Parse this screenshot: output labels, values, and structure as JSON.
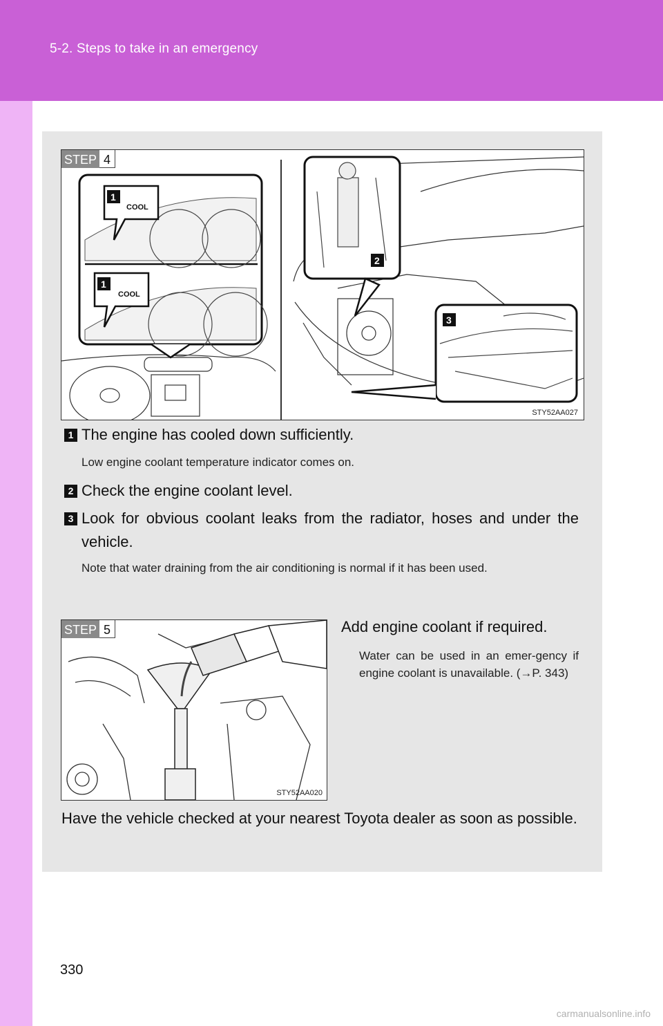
{
  "header": {
    "section_title": "5-2. Steps to take in an emergency"
  },
  "step4": {
    "label": "STEP",
    "number": "4",
    "figure_code": "STY52AA027",
    "gauge_text_1": "COOL",
    "gauge_text_2": "COOL",
    "callouts": [
      "1",
      "1",
      "2",
      "3"
    ]
  },
  "items": [
    {
      "badge": "1",
      "text": "The engine has cooled down sufficiently.",
      "note": "Low engine coolant temperature indicator comes on."
    },
    {
      "badge": "2",
      "text": "Check the engine coolant level."
    },
    {
      "badge": "3",
      "text": "Look for obvious coolant leaks from the radiator, hoses and under the vehicle.",
      "note": "Note that water draining from the air conditioning is normal if it has been used."
    }
  ],
  "step5": {
    "label": "STEP",
    "number": "5",
    "figure_code": "STY52AA020",
    "text": "Add engine coolant if required.",
    "note": "Water can be used in an emer-gency if engine coolant is unavailable. (→P. 343)"
  },
  "footer_note": "Have the vehicle checked at your nearest Toyota dealer as soon as possible.",
  "page_number": "330",
  "watermark": "carmanualsonline.info",
  "colors": {
    "header": "#c960d6",
    "sidebar": "#efb4f6",
    "panel": "#e6e6e6"
  }
}
